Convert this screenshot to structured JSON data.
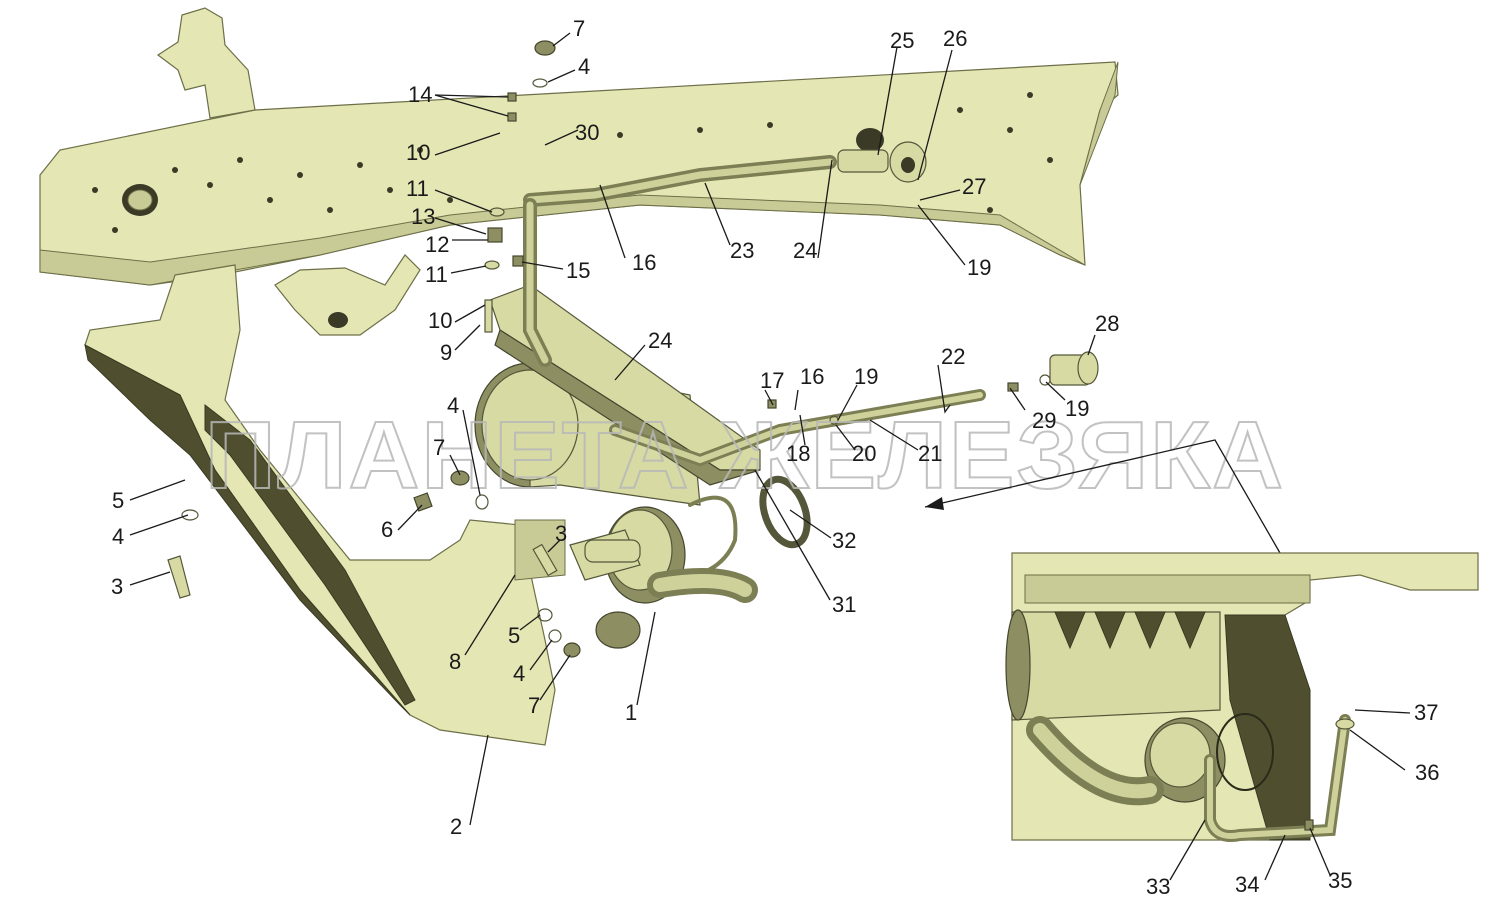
{
  "watermark": "ПЛАНЕТА ЖЕЛЕЗЯКА",
  "callouts": [
    {
      "id": "c7a",
      "label": "7"
    },
    {
      "id": "c4a",
      "label": "4"
    },
    {
      "id": "c14",
      "label": "14"
    },
    {
      "id": "c30",
      "label": "30"
    },
    {
      "id": "c10a",
      "label": "10"
    },
    {
      "id": "c11a",
      "label": "11"
    },
    {
      "id": "c13",
      "label": "13"
    },
    {
      "id": "c12",
      "label": "12"
    },
    {
      "id": "c11b",
      "label": "11"
    },
    {
      "id": "c15",
      "label": "15"
    },
    {
      "id": "c16a",
      "label": "16"
    },
    {
      "id": "c23",
      "label": "23"
    },
    {
      "id": "c24a",
      "label": "24"
    },
    {
      "id": "c25",
      "label": "25"
    },
    {
      "id": "c26",
      "label": "26"
    },
    {
      "id": "c27",
      "label": "27"
    },
    {
      "id": "c19a",
      "label": "19"
    },
    {
      "id": "c10b",
      "label": "10"
    },
    {
      "id": "c9",
      "label": "9"
    },
    {
      "id": "c24b",
      "label": "24"
    },
    {
      "id": "c28",
      "label": "28"
    },
    {
      "id": "c22",
      "label": "22"
    },
    {
      "id": "c17",
      "label": "17"
    },
    {
      "id": "c16b",
      "label": "16"
    },
    {
      "id": "c19b",
      "label": "19"
    },
    {
      "id": "c29",
      "label": "29"
    },
    {
      "id": "c19c",
      "label": "19"
    },
    {
      "id": "c18",
      "label": "18"
    },
    {
      "id": "c20",
      "label": "20"
    },
    {
      "id": "c21",
      "label": "21"
    },
    {
      "id": "c4b",
      "label": "4"
    },
    {
      "id": "c7b",
      "label": "7"
    },
    {
      "id": "c5a",
      "label": "5"
    },
    {
      "id": "c4c",
      "label": "4"
    },
    {
      "id": "c6",
      "label": "6"
    },
    {
      "id": "c3a",
      "label": "3"
    },
    {
      "id": "c3b",
      "label": "3"
    },
    {
      "id": "c32",
      "label": "32"
    },
    {
      "id": "c31",
      "label": "31"
    },
    {
      "id": "c5b",
      "label": "5"
    },
    {
      "id": "c4d",
      "label": "4"
    },
    {
      "id": "c7c",
      "label": "7"
    },
    {
      "id": "c8",
      "label": "8"
    },
    {
      "id": "c1",
      "label": "1"
    },
    {
      "id": "c2",
      "label": "2"
    },
    {
      "id": "c37",
      "label": "37"
    },
    {
      "id": "c36",
      "label": "36"
    },
    {
      "id": "c33",
      "label": "33"
    },
    {
      "id": "c34",
      "label": "34"
    },
    {
      "id": "c35",
      "label": "35"
    }
  ],
  "colors": {
    "frame": "#e4e6b4",
    "frame_shadow": "#4f4f30",
    "part": "#d8daa4",
    "line": "#1a1a1a",
    "watermark": "#b8b8b8"
  }
}
